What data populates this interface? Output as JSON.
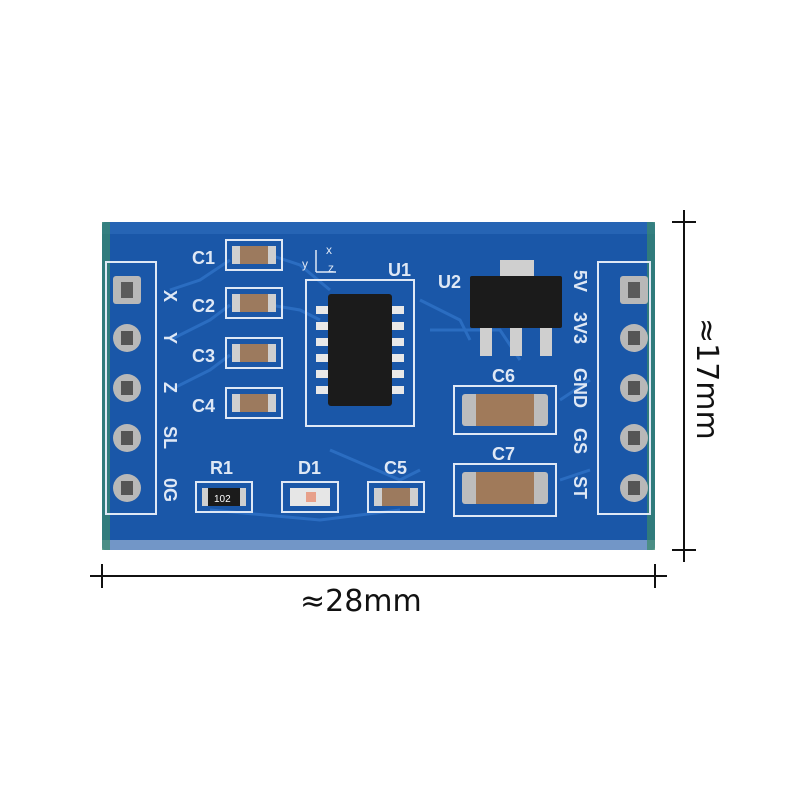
{
  "dimensions": {
    "width_label": "≈28mm",
    "height_label": "≈17mm"
  },
  "board": {
    "color": "#1f5fb3",
    "silkscreen_color": "#dfe8f5",
    "left_pins": [
      "X",
      "Y",
      "Z",
      "SL",
      "0G"
    ],
    "right_pins": [
      "5V",
      "3V3",
      "GND",
      "GS",
      "ST"
    ],
    "components": {
      "c1": "C1",
      "c2": "C2",
      "c3": "C3",
      "c4": "C4",
      "c5": "C5",
      "c6": "C6",
      "c7": "C7",
      "r1": "R1",
      "d1": "D1",
      "u1": "U1",
      "u2": "U2"
    },
    "resistor_code": "102",
    "axis_x": "x",
    "axis_y": "y",
    "axis_z": "z"
  }
}
